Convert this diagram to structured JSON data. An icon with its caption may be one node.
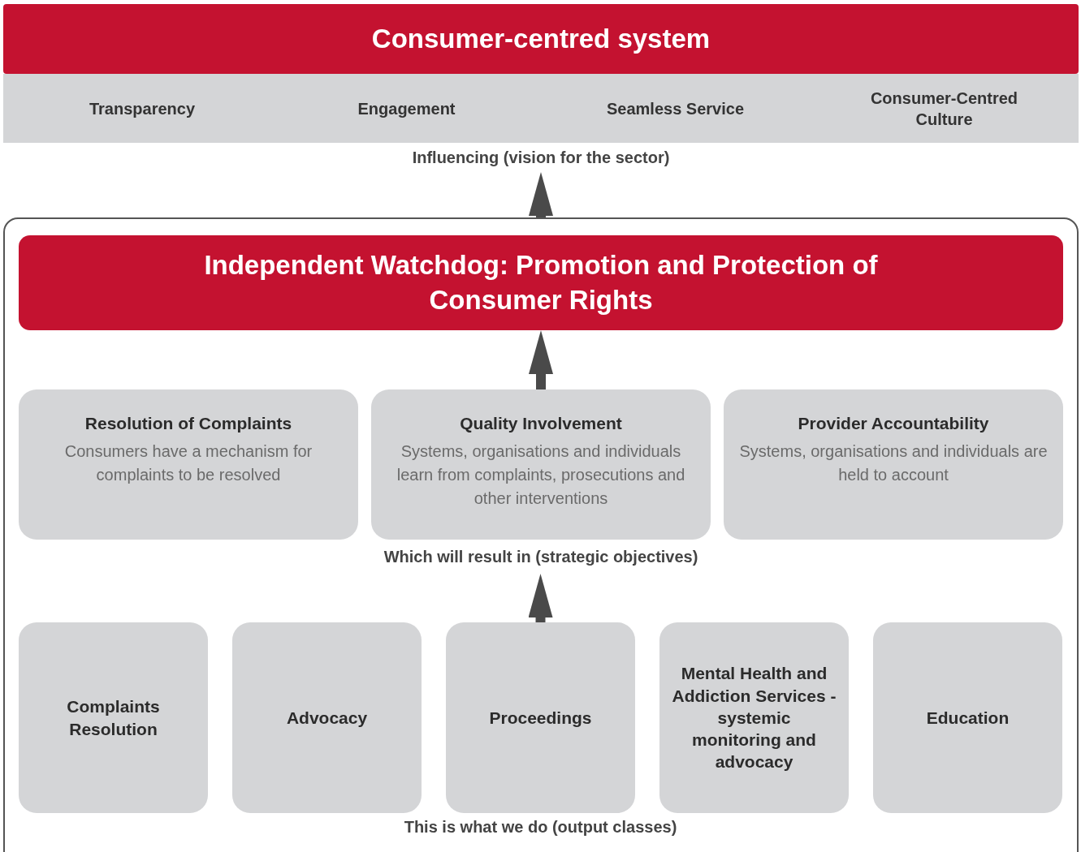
{
  "diagram": {
    "nodes": [
      {
        "text": [
          "Consumer-centred system"
        ],
        "beside": [
          "Influencing (vision for the sector)"
        ]
      },
      {
        "text": [
          "Transparency"
        ],
        "in": 0
      },
      {
        "text": [
          "Engagement"
        ],
        "in": 0
      },
      {
        "text": [
          "Seamless Service"
        ],
        "in": 0
      },
      {
        "text": [
          "Consumer-Centred Culture"
        ],
        "in": 0
      },
      {
        "text": [],
        "shape": "box"
      },
      {
        "text": [
          "Independent Watchdog: Promotion and Protection of Consumer Rights"
        ],
        "in": 5
      },
      {
        "text": [
          "Resolution of Complaints",
          "Consumers have a mechanism for complaints to be resolved"
        ],
        "in": 5
      },
      {
        "text": [
          "Quality Involvement",
          "Systems, organisations and individuals learn from complaints, prosecutions and other interventions"
        ],
        "in": 5,
        "beside": [
          "Which will result in (strategic objectives)"
        ]
      },
      {
        "text": [
          "Provider Accountability",
          "Systems, organisations and individuals are held to account"
        ],
        "in": 5
      },
      {
        "text": [
          "Complaints Resolution"
        ],
        "in": 5
      },
      {
        "text": [
          "Advocacy"
        ],
        "in": 5
      },
      {
        "text": [
          "Proceedings"
        ],
        "in": 5
      },
      {
        "text": [
          "Mental Health and Addiction Services - systemic monitoring and advocacy"
        ],
        "in": 5
      },
      {
        "text": [
          "Education"
        ],
        "in": 5
      }
    ],
    "edges": [
      {
        "from": 5,
        "to": 0,
        "arrow": "to"
      },
      {
        "from": 8,
        "to": 6,
        "arrow": "to"
      },
      {
        "from": 12,
        "to": 8,
        "arrow": "to"
      }
    ],
    "labels": [
      "This is what we do (output classes)"
    ]
  }
}
